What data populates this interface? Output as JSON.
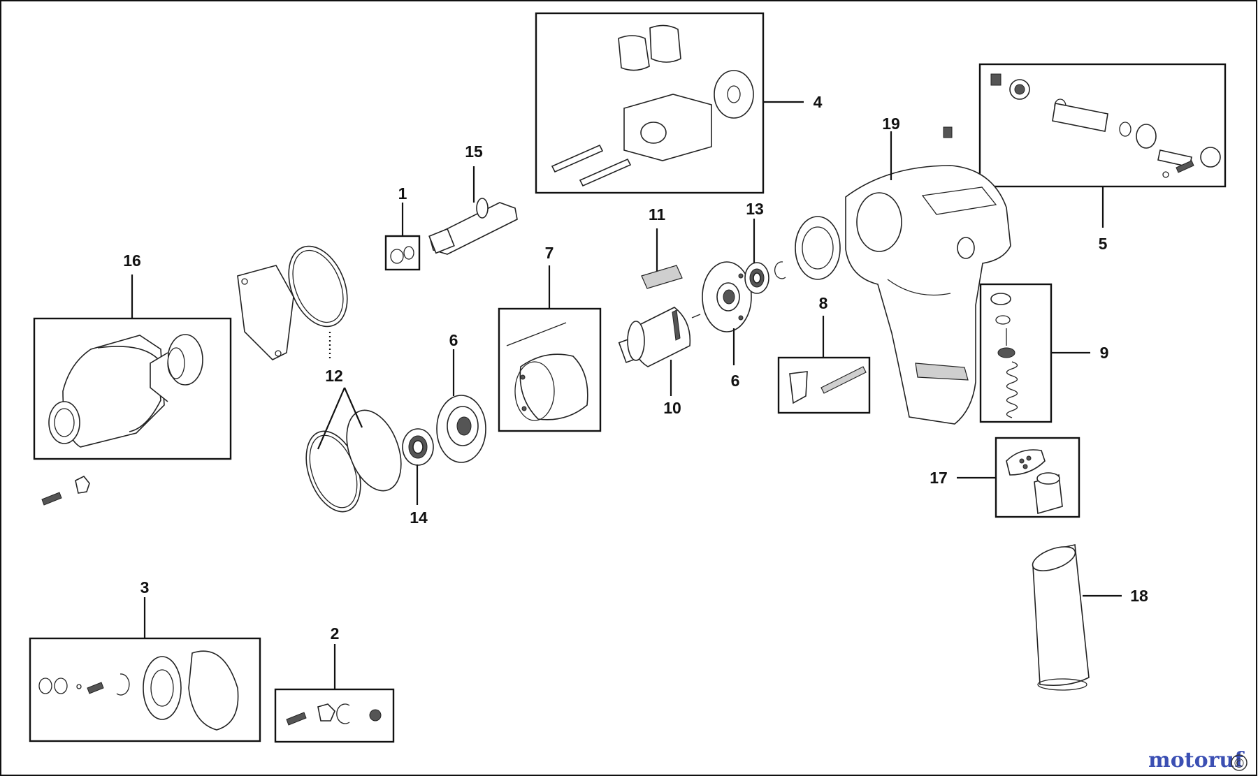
{
  "callouts": {
    "c1": "1",
    "c2": "2",
    "c3": "3",
    "c4": "4",
    "c5": "5",
    "c6a": "6",
    "c6b": "6",
    "c7": "7",
    "c8": "8",
    "c9": "9",
    "c10": "10",
    "c11": "11",
    "c12": "12",
    "c13": "13",
    "c14": "14",
    "c15": "15",
    "c16": "16",
    "c17": "17",
    "c18": "18",
    "c19": "19"
  },
  "watermark": {
    "brand": "motoruf",
    "suffix": "©"
  },
  "colors": {
    "line": "#111111",
    "brand_blue": "#3b4fb3",
    "brand_red": "#d7263d"
  }
}
